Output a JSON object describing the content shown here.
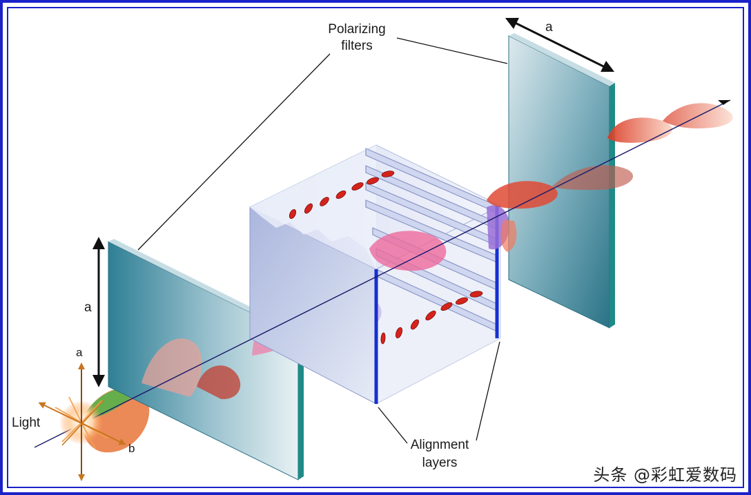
{
  "labels": {
    "polarizing_line1": "Polarizing",
    "polarizing_line2": "filters",
    "alignment_line1": "Alignment",
    "alignment_line2": "layers",
    "light": "Light",
    "axis_a_top": "a",
    "axis_a_left": "a",
    "axis_a_small": "a",
    "axis_b": "b"
  },
  "watermark": "头条 @彩虹爱数码",
  "colors": {
    "frame": "#1a22c8",
    "filter_glass": "#5a95a8",
    "filter_edge": "#1f8a86",
    "wave_red": "#e8472a",
    "wave_green": "#3aa83a",
    "wave_pink": "#e25a8c",
    "alignment_edge": "#1530d0"
  }
}
